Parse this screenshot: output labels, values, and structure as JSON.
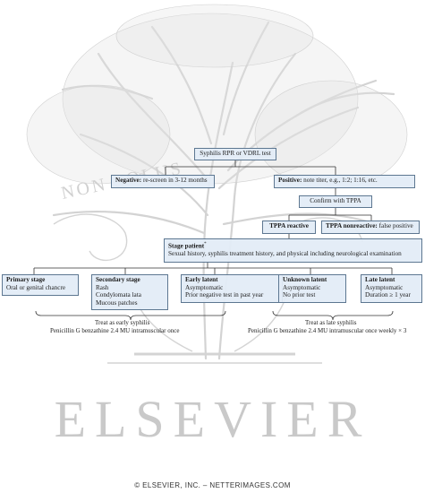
{
  "nodes": {
    "test": {
      "text": "Syphilis RPR or VDRL test"
    },
    "negative": {
      "bold": "Negative:",
      "text": " re-screen in 3-12 months"
    },
    "positive": {
      "bold": "Positive:",
      "text": " note titer, e.g., 1:2; 1:16, etc."
    },
    "confirm": {
      "text": "Confirm with TPPA"
    },
    "tppa_reactive": {
      "bold": "TPPA reactive"
    },
    "tppa_nonreactive": {
      "bold": "TPPA nonreactive:",
      "text": " false positive"
    },
    "stage": {
      "bold": "Stage patient",
      "sup": "*",
      "text": "Sexual history, syphilis treatment history, and physical including neurological examination"
    },
    "primary": {
      "title": "Primary stage",
      "lines": [
        "Oral or genital chancre"
      ]
    },
    "secondary": {
      "title": "Secondary stage",
      "lines": [
        "Rash",
        "Condylomata lata",
        "Mucous patches"
      ]
    },
    "early_latent": {
      "title": "Early latent",
      "lines": [
        "Asymptomatic",
        "Prior negative test in past year"
      ]
    },
    "unknown_latent": {
      "title": "Unknown latent",
      "lines": [
        "Asymptomatic",
        "No prior test"
      ]
    },
    "late_latent": {
      "title": "Late latent",
      "lines": [
        "Asymptomatic",
        "Duration ≥ 1 year"
      ]
    }
  },
  "treatment": {
    "early_label": "Treat as early syphilis",
    "early_regimen": "Penicillin G benzathine 2.4 MU intramuscular once",
    "late_label": "Treat as late syphilis",
    "late_regimen": "Penicillin G benzathine 2.4 MU intramuscular once weekly × 3"
  },
  "watermark": {
    "brand": "ELSEVIER",
    "motto": "NON SOLUS"
  },
  "footer": "© ELSEVIER, INC. – NETTERIMAGES.COM",
  "colors": {
    "box_fill": "#e2ecf6",
    "box_border": "#5d7791",
    "line": "#333333",
    "watermark": "#c9c9c9"
  }
}
